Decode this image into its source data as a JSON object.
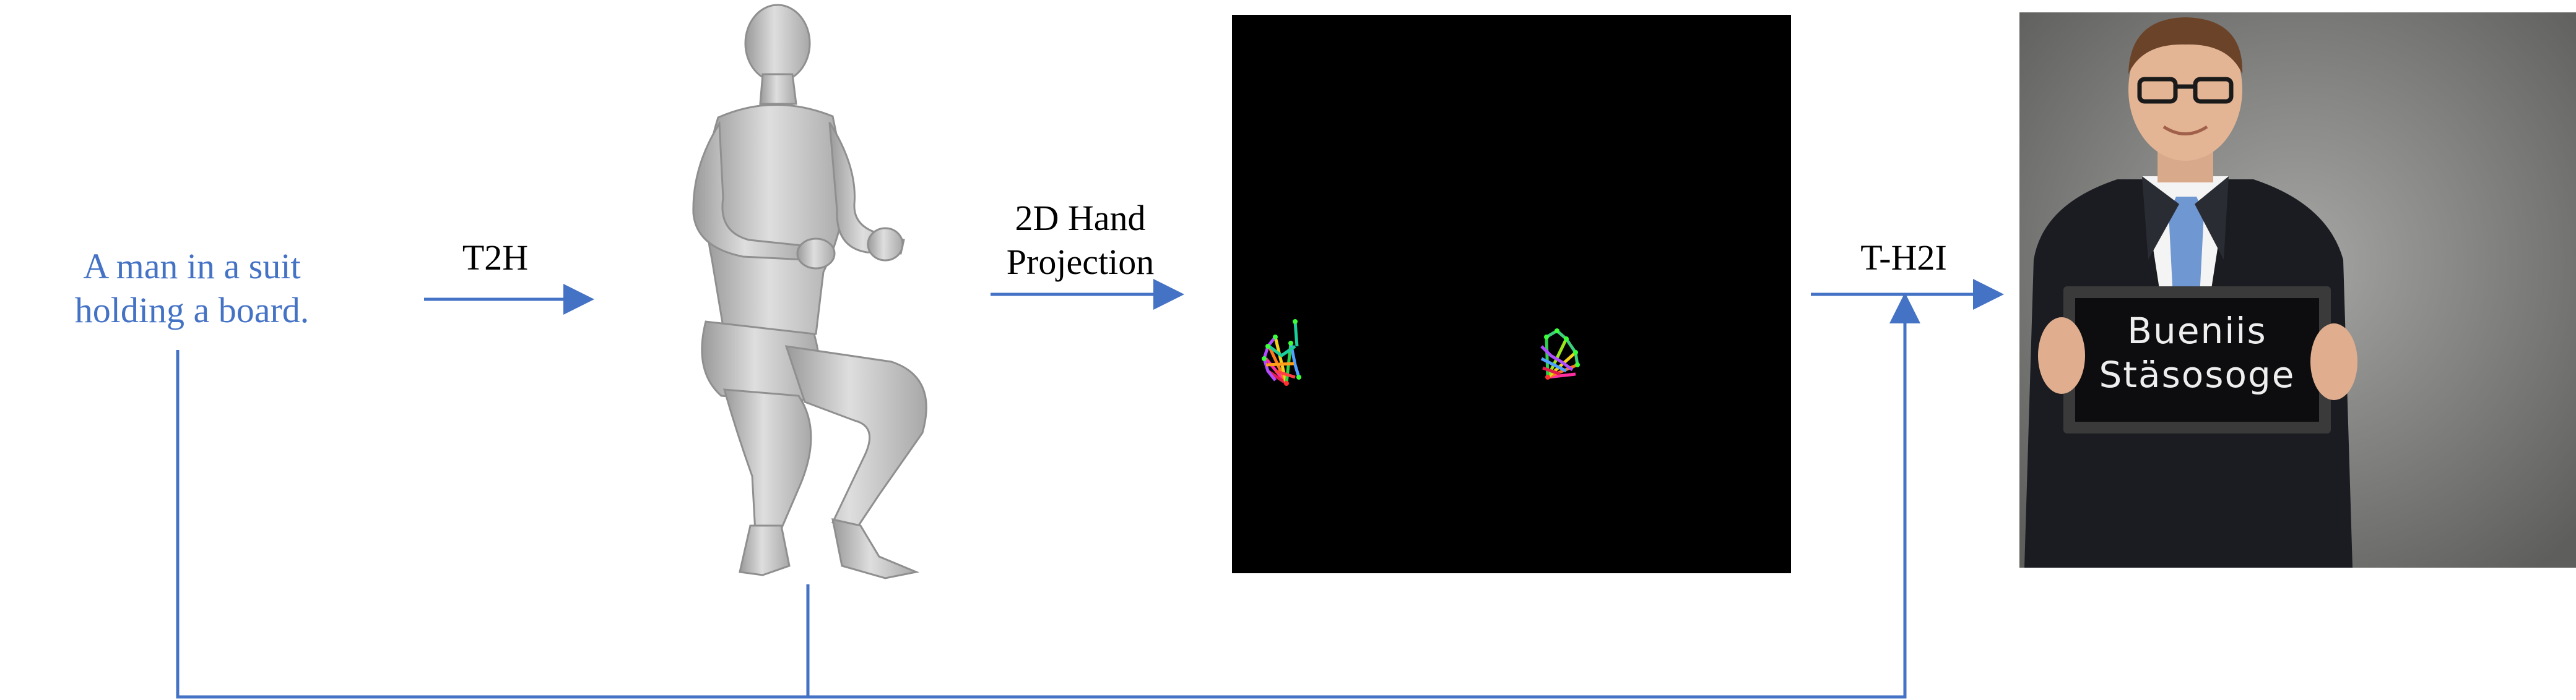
{
  "diagram": {
    "prompt_line1": "A man in a suit",
    "prompt_line2": "holding a board.",
    "t2h_label": "T2H",
    "projection_line1": "2D Hand",
    "projection_line2": "Projection",
    "th2i_label": "T-H2I",
    "board_line1": "Bueniis",
    "board_line2": "Stäsosoge"
  },
  "colors": {
    "accent": "#4472c4",
    "label": "#000000",
    "panel_bg": "#000000",
    "photo_bg": "#8a8a88",
    "suit": "#1a1c21",
    "tie": "#6f97d2",
    "mesh": "#c9c9c9"
  },
  "icons": [
    "human-mesh-figure",
    "hand-keypoints-left",
    "hand-keypoints-right",
    "man-in-suit-photo"
  ]
}
